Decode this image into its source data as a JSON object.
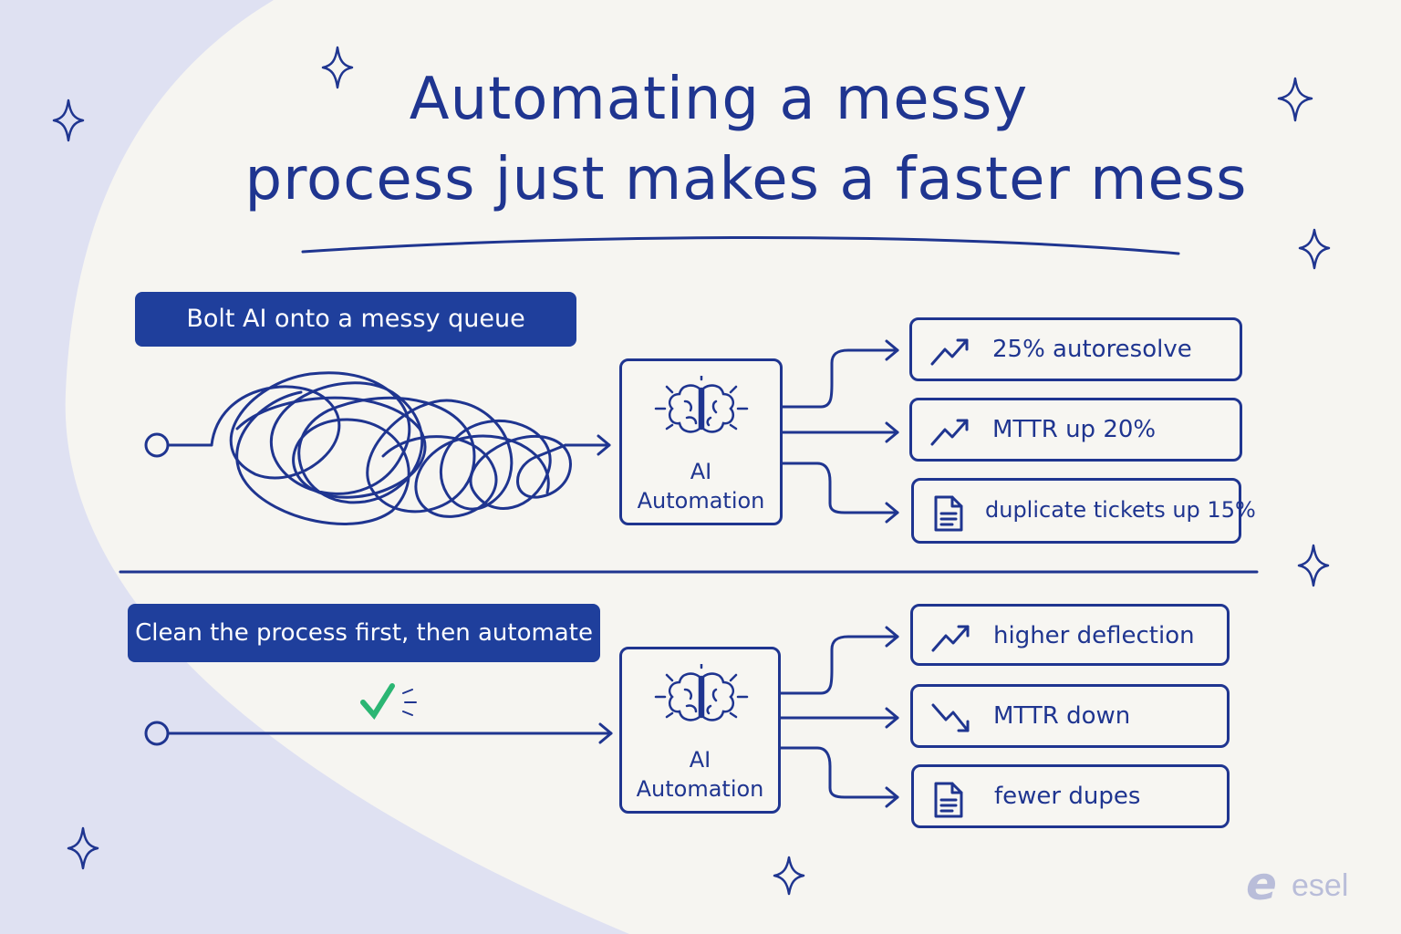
{
  "title": {
    "line1": "Automating a messy",
    "line2": "process just makes a faster mess"
  },
  "colors": {
    "accent": "#1f3590",
    "pill_bg": "#1f3f9c",
    "check": "#2bb673",
    "background": "#f6f5f1",
    "side_shape": "#dfe1f2"
  },
  "sections": [
    {
      "label": "Bolt AI onto a messy queue",
      "ai_box": {
        "line1": "AI",
        "line2": "Automation",
        "icon": "brain-icon"
      },
      "outcomes": [
        {
          "icon": "trend-up-icon",
          "text": "25% autoresolve"
        },
        {
          "icon": "trend-up-icon",
          "text": "MTTR up 20%"
        },
        {
          "icon": "document-icon",
          "text": "duplicate tickets up 15%"
        }
      ]
    },
    {
      "label": "Clean the process first, then automate",
      "ai_box": {
        "line1": "AI",
        "line2": "Automation",
        "icon": "brain-icon"
      },
      "outcomes": [
        {
          "icon": "trend-up-icon",
          "text": "higher deflection"
        },
        {
          "icon": "trend-down-icon",
          "text": "MTTR down"
        },
        {
          "icon": "document-icon",
          "text": "fewer dupes"
        }
      ]
    }
  ],
  "logo": {
    "text": "esel",
    "mark": "e"
  }
}
